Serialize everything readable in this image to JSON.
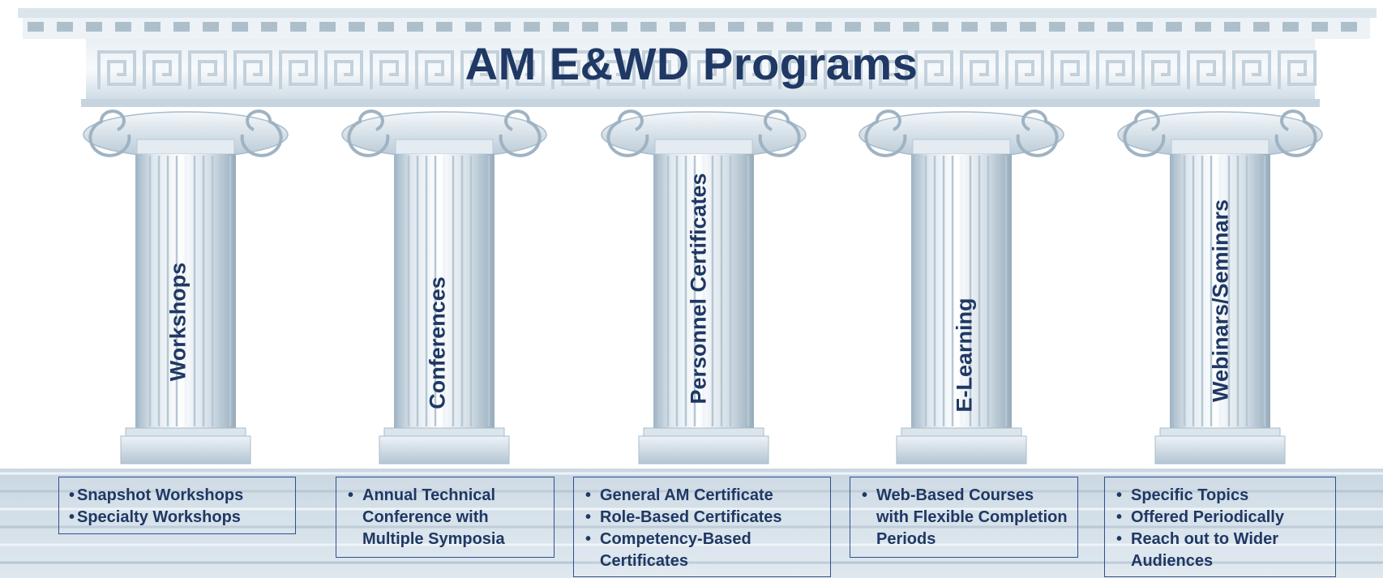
{
  "title": "AM E&WD Programs",
  "pillars": [
    {
      "label": "Workshops",
      "items": [
        "Snapshot Workshops",
        "Specialty Workshops"
      ]
    },
    {
      "label": "Conferences",
      "items": [
        "Annual Technical Conference with Multiple Symposia"
      ]
    },
    {
      "label": "Personnel Certificates",
      "items": [
        "General AM Certificate",
        "Role-Based Certificates",
        "Competency-Based Certificates"
      ]
    },
    {
      "label": "E-Learning",
      "items": [
        "Web-Based Courses with Flexible Completion Periods"
      ]
    },
    {
      "label": "Webinars/Seminars",
      "items": [
        "Specific Topics",
        "Offered Periodically",
        "Reach out to Wider Audiences"
      ]
    }
  ],
  "colors": {
    "title_text": "#1f3864",
    "stone_light": "#f2f6f9",
    "stone_mid": "#d5e0e8",
    "stone_dark": "#a9bccb",
    "box_border": "#2f4f8f"
  }
}
